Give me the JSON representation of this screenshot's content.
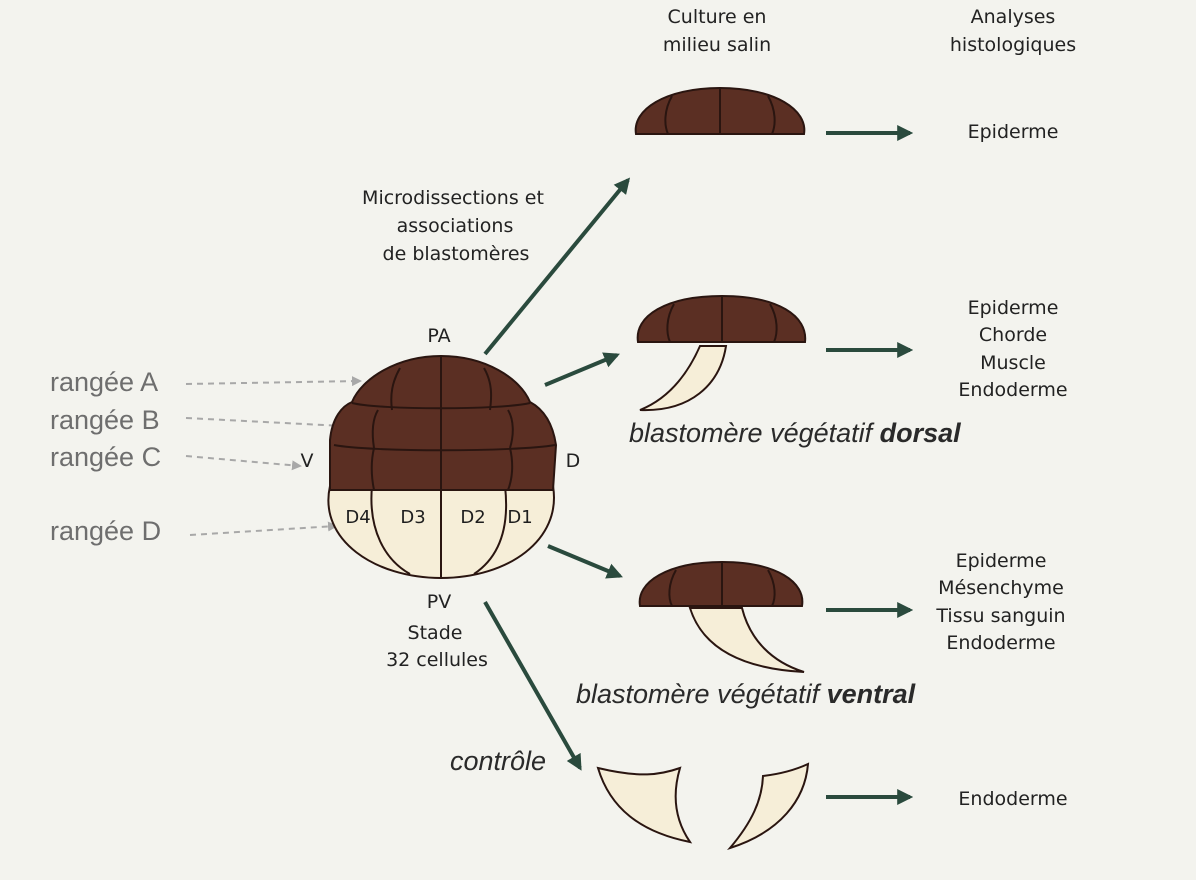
{
  "header": {
    "culture": [
      "Culture en",
      "milieu salin"
    ],
    "analyses": [
      "Analyses",
      "histologiques"
    ]
  },
  "microdissection_label": [
    "Microdissections et",
    "associations",
    "de blastomères"
  ],
  "embryo": {
    "pole_top": "PA",
    "pole_bottom": "PV",
    "side_left": "V",
    "side_right": "D",
    "cells": [
      "D4",
      "D3",
      "D2",
      "D1"
    ],
    "stage": [
      "Stade",
      "32 cellules"
    ]
  },
  "rows": [
    "rangée A",
    "rangée B",
    "rangée C",
    "rangée D"
  ],
  "experiments": [
    {
      "id": "animal-only",
      "caption_prefix": "",
      "caption_bold": "",
      "results": [
        "Epiderme"
      ]
    },
    {
      "id": "dorsal",
      "caption_prefix": "blastomère végétatif ",
      "caption_bold": "dorsal",
      "results": [
        "Epiderme",
        "Chorde",
        "Muscle",
        "Endoderme"
      ]
    },
    {
      "id": "ventral",
      "caption_prefix": "blastomère végétatif ",
      "caption_bold": "ventral",
      "results": [
        "Epiderme",
        "Mésenchyme",
        "Tissu sanguin",
        "Endoderme"
      ]
    },
    {
      "id": "control",
      "caption_prefix": "contrôle",
      "caption_bold": "",
      "results": [
        "Endoderme"
      ]
    }
  ],
  "colors": {
    "animal_cells": "#5b2f23",
    "vegetal_cells": "#f6eed8",
    "arrows": "#2a4a3d",
    "background": "#f3f3ee"
  }
}
